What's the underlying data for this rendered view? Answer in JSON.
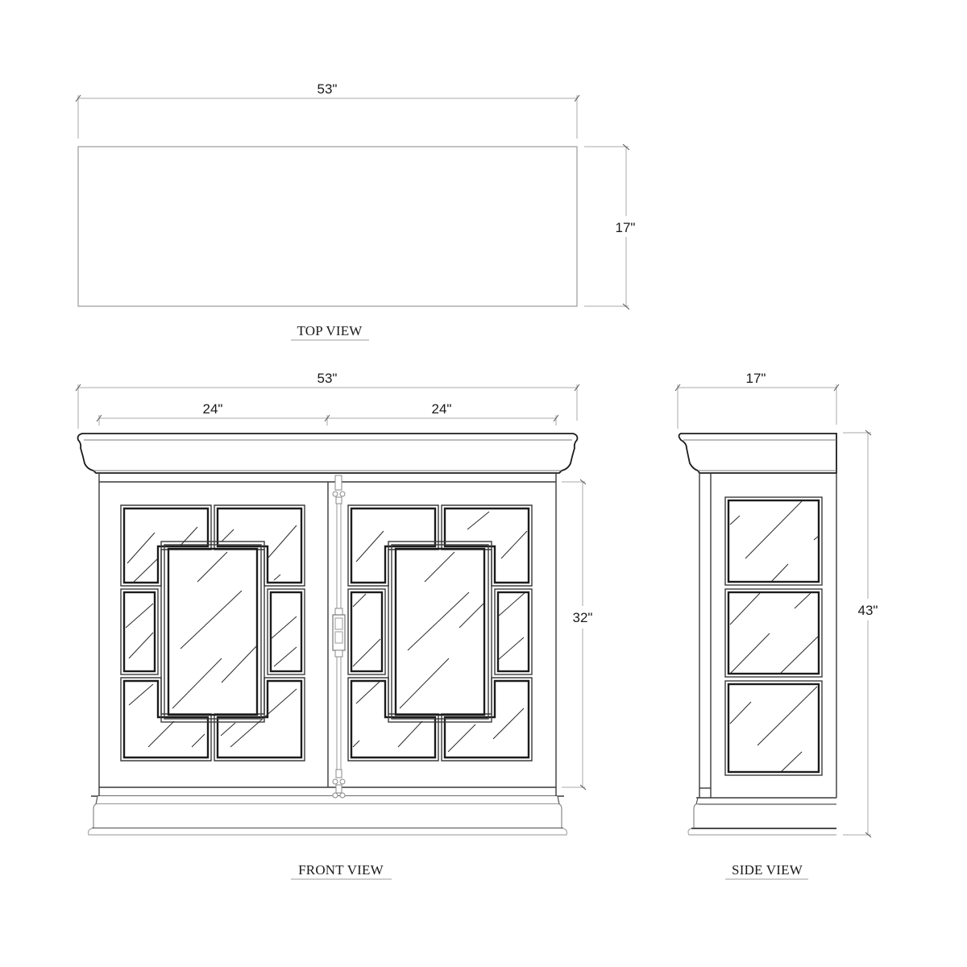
{
  "drawing": {
    "top_view": {
      "title": "TOP VIEW",
      "width_label": "53\"",
      "depth_label": "17\""
    },
    "front_view": {
      "title": "FRONT VIEW",
      "overall_width_label": "53\"",
      "left_door_width_label": "24\"",
      "right_door_width_label": "24\"",
      "door_height_label": "32\""
    },
    "side_view": {
      "title": "SIDE VIEW",
      "depth_label": "17\"",
      "overall_height_label": "43\""
    },
    "colors": {
      "line": "#1c1c1c",
      "dimension_line": "#a8a8a8",
      "background": "#ffffff"
    }
  }
}
